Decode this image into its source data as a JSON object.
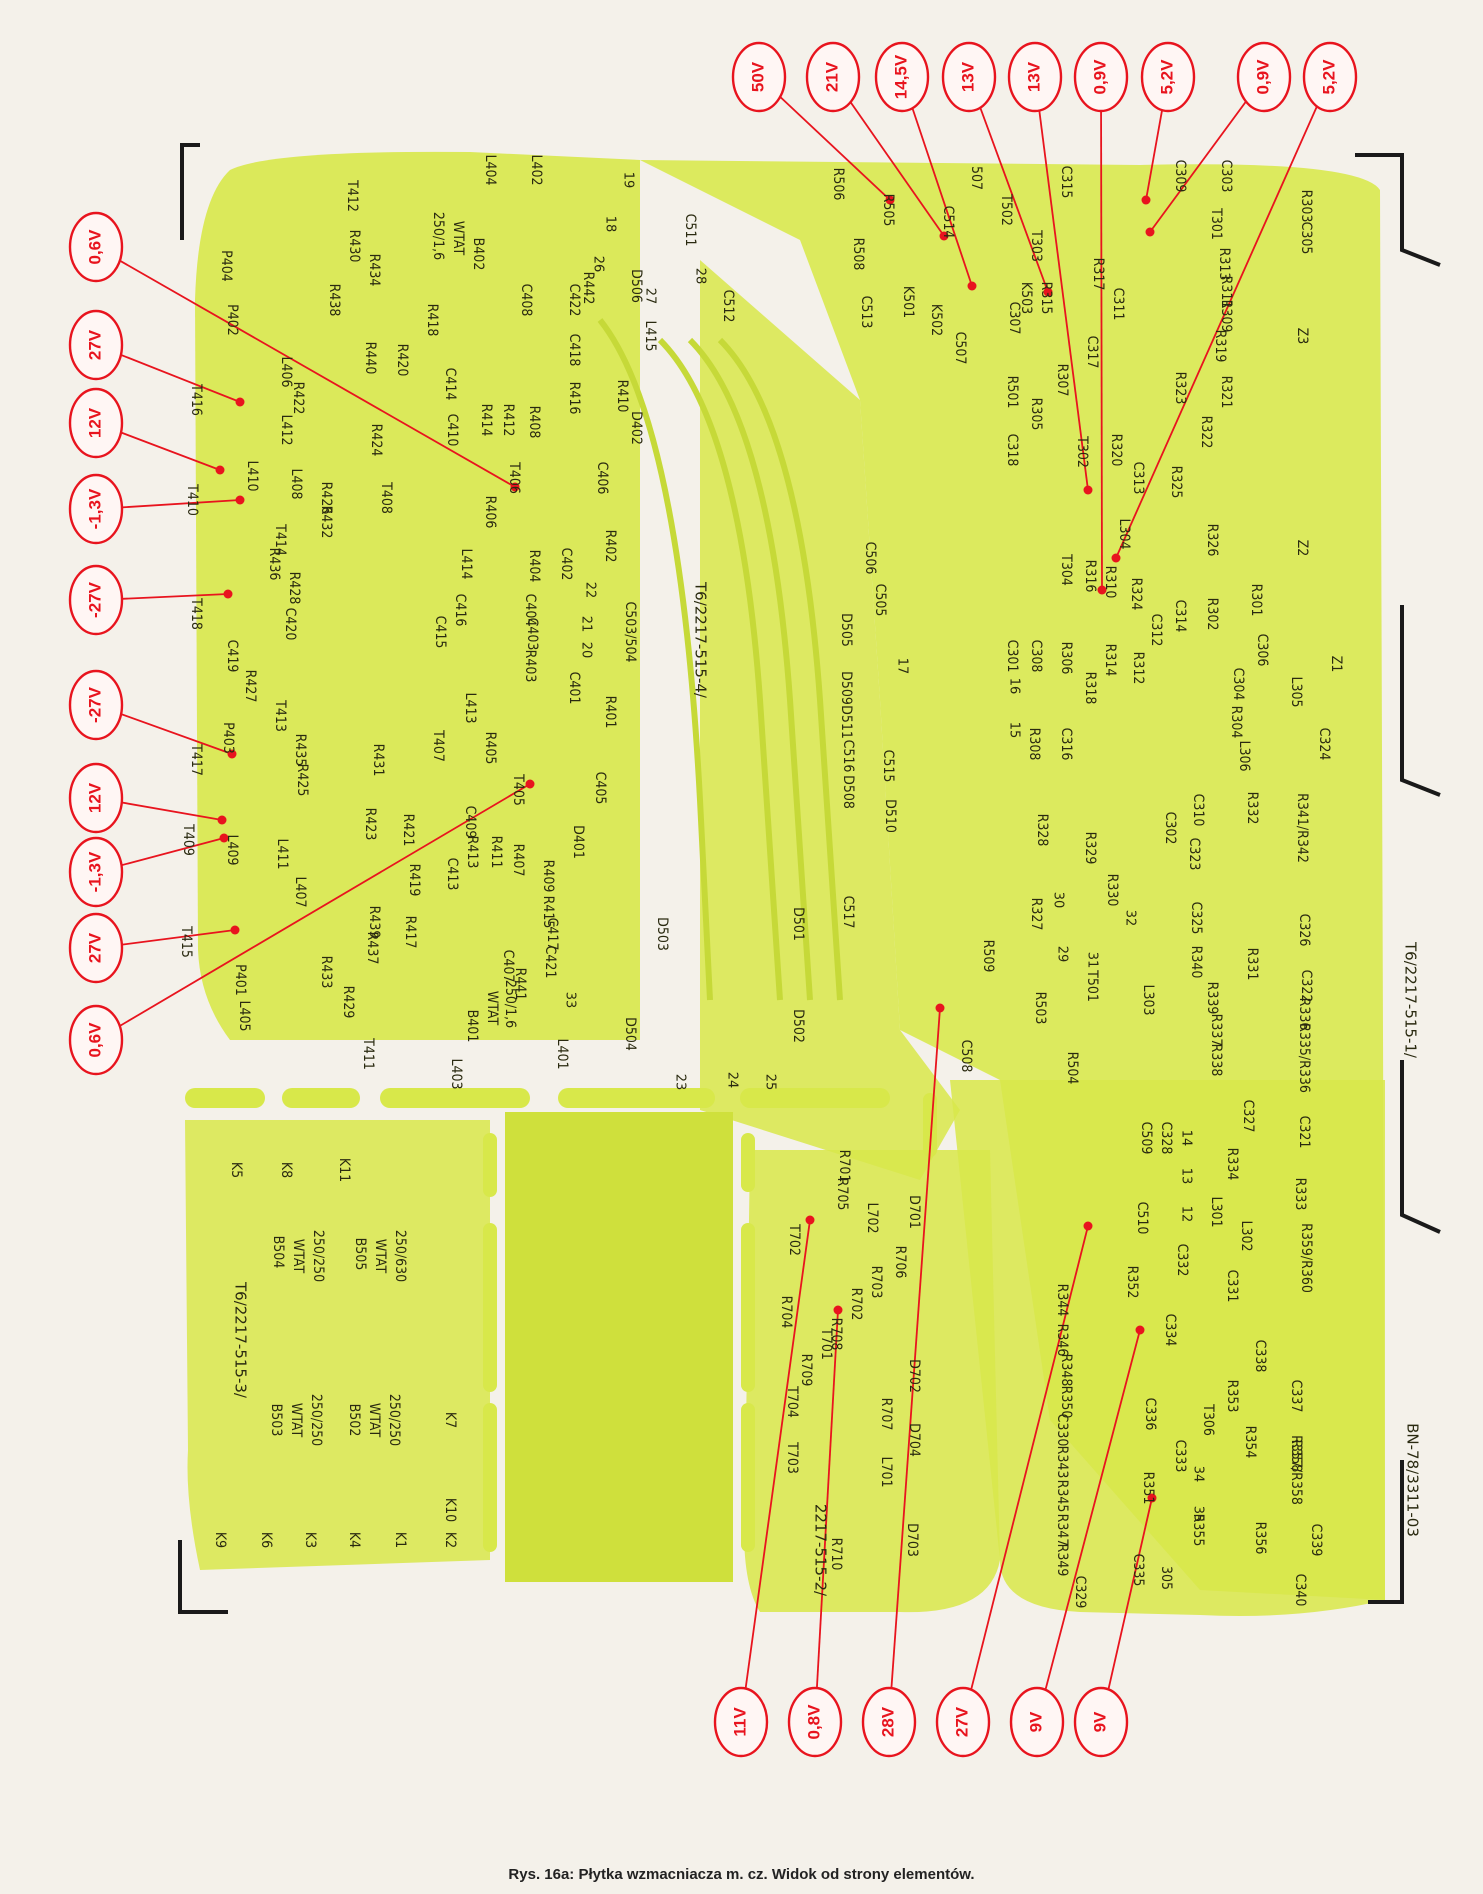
{
  "colors": {
    "paper": "#f4f1ea",
    "copper": "#d8e84a",
    "copper_dark": "#c6d938",
    "silk": "#2a2a10",
    "probe": "#e8141e",
    "frame": "#1a1a1a"
  },
  "caption": "Rys. 16a: Płytka wzmacniacza m. cz. Widok od strony elementów.",
  "board_codes": [
    {
      "id": "c1",
      "text": "T6/2217-515-1/"
    },
    {
      "id": "c2",
      "text": "BN-78/3311-03"
    },
    {
      "id": "c3",
      "text": "T6/2217-515-3/"
    },
    {
      "id": "c4",
      "text": "2217-515-2/"
    },
    {
      "id": "c5",
      "text": "T6/2217-515-4/"
    }
  ],
  "probe_points": [
    {
      "id": "p01",
      "label": "0,6V"
    },
    {
      "id": "p02",
      "label": "27V"
    },
    {
      "id": "p03",
      "label": "12V"
    },
    {
      "id": "p04",
      "label": "-1,3V"
    },
    {
      "id": "p05",
      "label": "-27V"
    },
    {
      "id": "p06",
      "label": "-27V"
    },
    {
      "id": "p07",
      "label": "12V"
    },
    {
      "id": "p08",
      "label": "-1,3V"
    },
    {
      "id": "p09",
      "label": "27V"
    },
    {
      "id": "p10",
      "label": "0,6V"
    },
    {
      "id": "p11",
      "label": "50V"
    },
    {
      "id": "p12",
      "label": "21V"
    },
    {
      "id": "p13",
      "label": "14,5V"
    },
    {
      "id": "p14",
      "label": "13V"
    },
    {
      "id": "p15",
      "label": "13V"
    },
    {
      "id": "p16",
      "label": "0,9V"
    },
    {
      "id": "p17",
      "label": "5,2V"
    },
    {
      "id": "p18",
      "label": "0,9V"
    },
    {
      "id": "p19",
      "label": "5,2V"
    },
    {
      "id": "p20",
      "label": "11V"
    },
    {
      "id": "p21",
      "label": "0,8V"
    },
    {
      "id": "p22",
      "label": "28V"
    },
    {
      "id": "p23",
      "label": "27V"
    },
    {
      "id": "p24",
      "label": "9V"
    },
    {
      "id": "p25",
      "label": "9V"
    }
  ],
  "components": [
    {
      "id": "k01",
      "text": "R506"
    },
    {
      "id": "k02",
      "text": "R505"
    },
    {
      "id": "k03",
      "text": "R508"
    },
    {
      "id": "k04",
      "text": "C514"
    },
    {
      "id": "k05",
      "text": "507"
    },
    {
      "id": "k06",
      "text": "T502"
    },
    {
      "id": "k07",
      "text": "T303"
    },
    {
      "id": "k08",
      "text": "C315"
    },
    {
      "id": "k09",
      "text": "C309"
    },
    {
      "id": "k10",
      "text": "C303"
    },
    {
      "id": "k11",
      "text": "R303"
    },
    {
      "id": "k12",
      "text": "T301"
    },
    {
      "id": "k13",
      "text": "C305"
    },
    {
      "id": "k14",
      "text": "K501"
    },
    {
      "id": "k15",
      "text": "K502"
    },
    {
      "id": "k16",
      "text": "K503"
    },
    {
      "id": "k17",
      "text": "C507"
    },
    {
      "id": "k18",
      "text": "C513"
    },
    {
      "id": "k19",
      "text": "C512"
    },
    {
      "id": "k20",
      "text": "C511"
    },
    {
      "id": "k21",
      "text": "D506"
    },
    {
      "id": "k22",
      "text": "L415"
    },
    {
      "id": "k23",
      "text": "R442"
    },
    {
      "id": "k24",
      "text": "B402"
    },
    {
      "id": "k25",
      "text": "WTAT"
    },
    {
      "id": "k26",
      "text": "250/1,6"
    },
    {
      "id": "k27",
      "text": "T412"
    },
    {
      "id": "k28",
      "text": "L404"
    },
    {
      "id": "k29",
      "text": "L402"
    },
    {
      "id": "k30",
      "text": "R430"
    },
    {
      "id": "k31",
      "text": "R434"
    },
    {
      "id": "k32",
      "text": "R438"
    },
    {
      "id": "k33",
      "text": "C408"
    },
    {
      "id": "k34",
      "text": "C422"
    },
    {
      "id": "k35",
      "text": "C418"
    },
    {
      "id": "k36",
      "text": "R416"
    },
    {
      "id": "k37",
      "text": "R410"
    },
    {
      "id": "k38",
      "text": "D402"
    },
    {
      "id": "k39",
      "text": "P404"
    },
    {
      "id": "k40",
      "text": "P402"
    },
    {
      "id": "k41",
      "text": "T416"
    },
    {
      "id": "k42",
      "text": "L410"
    },
    {
      "id": "k43",
      "text": "T410"
    },
    {
      "id": "k44",
      "text": "T414"
    },
    {
      "id": "k45",
      "text": "T418"
    },
    {
      "id": "k46",
      "text": "L406"
    },
    {
      "id": "k47",
      "text": "R440"
    },
    {
      "id": "k48",
      "text": "R420"
    },
    {
      "id": "k49",
      "text": "R418"
    },
    {
      "id": "k50",
      "text": "R422"
    },
    {
      "id": "k51",
      "text": "R424"
    },
    {
      "id": "k52",
      "text": "L412"
    },
    {
      "id": "k53",
      "text": "L408"
    },
    {
      "id": "k54",
      "text": "R426"
    },
    {
      "id": "k55",
      "text": "R432"
    },
    {
      "id": "k56",
      "text": "T408"
    },
    {
      "id": "k57",
      "text": "R436"
    },
    {
      "id": "k58",
      "text": "R428"
    },
    {
      "id": "k59",
      "text": "C414"
    },
    {
      "id": "k60",
      "text": "C410"
    },
    {
      "id": "k61",
      "text": "R414"
    },
    {
      "id": "k62",
      "text": "R412"
    },
    {
      "id": "k63",
      "text": "R408"
    },
    {
      "id": "k64",
      "text": "T406"
    },
    {
      "id": "k65",
      "text": "R406"
    },
    {
      "id": "k66",
      "text": "C406"
    },
    {
      "id": "k67",
      "text": "L414"
    },
    {
      "id": "k68",
      "text": "R404"
    },
    {
      "id": "k69",
      "text": "C402"
    },
    {
      "id": "k70",
      "text": "R402"
    },
    {
      "id": "k71",
      "text": "C420"
    },
    {
      "id": "k72",
      "text": "C416"
    },
    {
      "id": "k73",
      "text": "C415"
    },
    {
      "id": "k74",
      "text": "C404"
    },
    {
      "id": "k75",
      "text": "C403"
    },
    {
      "id": "k76",
      "text": "C419"
    },
    {
      "id": "k77",
      "text": "R427"
    },
    {
      "id": "k78",
      "text": "P403"
    },
    {
      "id": "k79",
      "text": "T413"
    },
    {
      "id": "k80",
      "text": "R403"
    },
    {
      "id": "k81",
      "text": "C401"
    },
    {
      "id": "k82",
      "text": "R401"
    },
    {
      "id": "k83",
      "text": "C503/504"
    },
    {
      "id": "k84",
      "text": "C506"
    },
    {
      "id": "k85",
      "text": "C505"
    },
    {
      "id": "k86",
      "text": "D505"
    },
    {
      "id": "k87",
      "text": "D509"
    },
    {
      "id": "k88",
      "text": "D511"
    },
    {
      "id": "k89",
      "text": "C516"
    },
    {
      "id": "k90",
      "text": "C515"
    },
    {
      "id": "k91",
      "text": "D508"
    },
    {
      "id": "k92",
      "text": "D510"
    },
    {
      "id": "k93",
      "text": "R435"
    },
    {
      "id": "k94",
      "text": "T417"
    },
    {
      "id": "k95",
      "text": "R431"
    },
    {
      "id": "k96",
      "text": "L413"
    },
    {
      "id": "k97",
      "text": "R405"
    },
    {
      "id": "k98",
      "text": "T407"
    },
    {
      "id": "k99",
      "text": "R425"
    },
    {
      "id": "k100",
      "text": "C405"
    },
    {
      "id": "k101",
      "text": "T405"
    },
    {
      "id": "k102",
      "text": "T409"
    },
    {
      "id": "k103",
      "text": "L409"
    },
    {
      "id": "k104",
      "text": "L411"
    },
    {
      "id": "k105",
      "text": "R423"
    },
    {
      "id": "k106",
      "text": "R421"
    },
    {
      "id": "k107",
      "text": "C409"
    },
    {
      "id": "k108",
      "text": "R413"
    },
    {
      "id": "k109",
      "text": "R411"
    },
    {
      "id": "k110",
      "text": "R407"
    },
    {
      "id": "k111",
      "text": "D401"
    },
    {
      "id": "k112",
      "text": "C413"
    },
    {
      "id": "k113",
      "text": "R419"
    },
    {
      "id": "k114",
      "text": "R409"
    },
    {
      "id": "k115",
      "text": "R415"
    },
    {
      "id": "k116",
      "text": "C417"
    },
    {
      "id": "k117",
      "text": "L407"
    },
    {
      "id": "k118",
      "text": "R439"
    },
    {
      "id": "k119",
      "text": "R437"
    },
    {
      "id": "k120",
      "text": "R417"
    },
    {
      "id": "k121",
      "text": "C407"
    },
    {
      "id": "k122",
      "text": "C421"
    },
    {
      "id": "k123",
      "text": "R441"
    },
    {
      "id": "k124",
      "text": "T415"
    },
    {
      "id": "k125",
      "text": "R433"
    },
    {
      "id": "k126",
      "text": "P401"
    },
    {
      "id": "k127",
      "text": "R429"
    },
    {
      "id": "k128",
      "text": "L405"
    },
    {
      "id": "k129",
      "text": "T411"
    },
    {
      "id": "k130",
      "text": "B401"
    },
    {
      "id": "k131",
      "text": "WTAT"
    },
    {
      "id": "k132",
      "text": "250/1,6"
    },
    {
      "id": "k133",
      "text": "L403"
    },
    {
      "id": "k134",
      "text": "L401"
    },
    {
      "id": "k135",
      "text": "D503"
    },
    {
      "id": "k136",
      "text": "D501"
    },
    {
      "id": "k137",
      "text": "C517"
    },
    {
      "id": "k138",
      "text": "D502"
    },
    {
      "id": "k139",
      "text": "D504"
    },
    {
      "id": "k140",
      "text": "R509"
    },
    {
      "id": "k141",
      "text": "R503"
    },
    {
      "id": "k142",
      "text": "C508"
    },
    {
      "id": "k143",
      "text": "R504"
    },
    {
      "id": "k144",
      "text": "R501"
    },
    {
      "id": "k145",
      "text": "R305"
    },
    {
      "id": "k146",
      "text": "C307"
    },
    {
      "id": "k147",
      "text": "C318"
    },
    {
      "id": "k148",
      "text": "R315"
    },
    {
      "id": "k149",
      "text": "R317"
    },
    {
      "id": "k150",
      "text": "C311"
    },
    {
      "id": "k151",
      "text": "C317"
    },
    {
      "id": "k152",
      "text": "R307"
    },
    {
      "id": "k153",
      "text": "T302"
    },
    {
      "id": "k154",
      "text": "R320"
    },
    {
      "id": "k155",
      "text": "C313"
    },
    {
      "id": "k156",
      "text": "R313"
    },
    {
      "id": "k157",
      "text": "R311"
    },
    {
      "id": "k158",
      "text": "R309"
    },
    {
      "id": "k159",
      "text": "R319"
    },
    {
      "id": "k160",
      "text": "R321"
    },
    {
      "id": "k161",
      "text": "R323"
    },
    {
      "id": "k162",
      "text": "R322"
    },
    {
      "id": "k163",
      "text": "R325"
    },
    {
      "id": "k164",
      "text": "L304"
    },
    {
      "id": "k165",
      "text": "R326"
    },
    {
      "id": "k166",
      "text": "T304"
    },
    {
      "id": "k167",
      "text": "R316"
    },
    {
      "id": "k168",
      "text": "R310"
    },
    {
      "id": "k169",
      "text": "R324"
    },
    {
      "id": "k170",
      "text": "C314"
    },
    {
      "id": "k171",
      "text": "R301"
    },
    {
      "id": "k172",
      "text": "R302"
    },
    {
      "id": "k173",
      "text": "C312"
    },
    {
      "id": "k174",
      "text": "R306"
    },
    {
      "id": "k175",
      "text": "C301"
    },
    {
      "id": "k176",
      "text": "C308"
    },
    {
      "id": "k177",
      "text": "R314"
    },
    {
      "id": "k178",
      "text": "R312"
    },
    {
      "id": "k179",
      "text": "R318"
    },
    {
      "id": "k180",
      "text": "C304"
    },
    {
      "id": "k181",
      "text": "C306"
    },
    {
      "id": "k182",
      "text": "L305"
    },
    {
      "id": "k183",
      "text": "R304"
    },
    {
      "id": "k184",
      "text": "R308"
    },
    {
      "id": "k185",
      "text": "C316"
    },
    {
      "id": "k186",
      "text": "C324"
    },
    {
      "id": "k187",
      "text": "L306"
    },
    {
      "id": "k188",
      "text": "R328"
    },
    {
      "id": "k189",
      "text": "R329"
    },
    {
      "id": "k190",
      "text": "C302"
    },
    {
      "id": "k191",
      "text": "C310"
    },
    {
      "id": "k192",
      "text": "C323"
    },
    {
      "id": "k193",
      "text": "R332"
    },
    {
      "id": "k194",
      "text": "R341/R342"
    },
    {
      "id": "k195",
      "text": "R330"
    },
    {
      "id": "k196",
      "text": "C325"
    },
    {
      "id": "k197",
      "text": "C326"
    },
    {
      "id": "k198",
      "text": "R327"
    },
    {
      "id": "k199",
      "text": "R340"
    },
    {
      "id": "k200",
      "text": "R331"
    },
    {
      "id": "k201",
      "text": "C322"
    },
    {
      "id": "k202",
      "text": "T501"
    },
    {
      "id": "k203",
      "text": "L303"
    },
    {
      "id": "k204",
      "text": "R339"
    },
    {
      "id": "k205",
      "text": "R337"
    },
    {
      "id": "k206",
      "text": "R336"
    },
    {
      "id": "k207",
      "text": "R338"
    },
    {
      "id": "k208",
      "text": "R335/R336"
    },
    {
      "id": "k209",
      "text": "C327"
    },
    {
      "id": "k210",
      "text": "C321"
    },
    {
      "id": "k211",
      "text": "C509"
    },
    {
      "id": "k212",
      "text": "C328"
    },
    {
      "id": "k213",
      "text": "R334"
    },
    {
      "id": "k214",
      "text": "R333"
    },
    {
      "id": "k215",
      "text": "C510"
    },
    {
      "id": "k216",
      "text": "L301"
    },
    {
      "id": "k217",
      "text": "L302"
    },
    {
      "id": "k218",
      "text": "R359/R360"
    },
    {
      "id": "k219",
      "text": "C332"
    },
    {
      "id": "k220",
      "text": "R352"
    },
    {
      "id": "k221",
      "text": "C331"
    },
    {
      "id": "k222",
      "text": "R344"
    },
    {
      "id": "k223",
      "text": "R346"
    },
    {
      "id": "k224",
      "text": "C334"
    },
    {
      "id": "k225",
      "text": "R348"
    },
    {
      "id": "k226",
      "text": "C338"
    },
    {
      "id": "k227",
      "text": "R350"
    },
    {
      "id": "k228",
      "text": "R353"
    },
    {
      "id": "k229",
      "text": "C337"
    },
    {
      "id": "k230",
      "text": "C330"
    },
    {
      "id": "k231",
      "text": "C336"
    },
    {
      "id": "k232",
      "text": "T306"
    },
    {
      "id": "k233",
      "text": "R354"
    },
    {
      "id": "k234",
      "text": "R343"
    },
    {
      "id": "k235",
      "text": "C333"
    },
    {
      "id": "k236",
      "text": "R358"
    },
    {
      "id": "k237",
      "text": "R357/R358"
    },
    {
      "id": "k238",
      "text": "R345"
    },
    {
      "id": "k239",
      "text": "R351"
    },
    {
      "id": "k240",
      "text": "R347"
    },
    {
      "id": "k241",
      "text": "R355"
    },
    {
      "id": "k242",
      "text": "R356"
    },
    {
      "id": "k243",
      "text": "C339"
    },
    {
      "id": "k244",
      "text": "R349"
    },
    {
      "id": "k245",
      "text": "C335"
    },
    {
      "id": "k246",
      "text": "305"
    },
    {
      "id": "k247",
      "text": "C340"
    },
    {
      "id": "k248",
      "text": "C329"
    },
    {
      "id": "k249",
      "text": "R701"
    },
    {
      "id": "k250",
      "text": "R705"
    },
    {
      "id": "k251",
      "text": "D701"
    },
    {
      "id": "k252",
      "text": "L702"
    },
    {
      "id": "k253",
      "text": "T702"
    },
    {
      "id": "k254",
      "text": "R706"
    },
    {
      "id": "k255",
      "text": "R703"
    },
    {
      "id": "k256",
      "text": "R702"
    },
    {
      "id": "k257",
      "text": "R704"
    },
    {
      "id": "k258",
      "text": "R708"
    },
    {
      "id": "k259",
      "text": "T701"
    },
    {
      "id": "k260",
      "text": "R709"
    },
    {
      "id": "k261",
      "text": "D702"
    },
    {
      "id": "k262",
      "text": "T704"
    },
    {
      "id": "k263",
      "text": "T703"
    },
    {
      "id": "k264",
      "text": "R707"
    },
    {
      "id": "k265",
      "text": "D704"
    },
    {
      "id": "k266",
      "text": "L701"
    },
    {
      "id": "k267",
      "text": "R710"
    },
    {
      "id": "k268",
      "text": "D703"
    },
    {
      "id": "k269",
      "text": "K5"
    },
    {
      "id": "k270",
      "text": "K8"
    },
    {
      "id": "k271",
      "text": "K11"
    },
    {
      "id": "k272",
      "text": "B504"
    },
    {
      "id": "k273",
      "text": "WTAT"
    },
    {
      "id": "k274",
      "text": "250/250"
    },
    {
      "id": "k275",
      "text": "B505"
    },
    {
      "id": "k276",
      "text": "WTAT"
    },
    {
      "id": "k277",
      "text": "250/630"
    },
    {
      "id": "k278",
      "text": "B503"
    },
    {
      "id": "k279",
      "text": "WTAT"
    },
    {
      "id": "k280",
      "text": "250/250"
    },
    {
      "id": "k281",
      "text": "B502"
    },
    {
      "id": "k282",
      "text": "WTAT"
    },
    {
      "id": "k283",
      "text": "250/250"
    },
    {
      "id": "k284",
      "text": "K7"
    },
    {
      "id": "k285",
      "text": "K9"
    },
    {
      "id": "k286",
      "text": "K6"
    },
    {
      "id": "k287",
      "text": "K3"
    },
    {
      "id": "k288",
      "text": "K4"
    },
    {
      "id": "k289",
      "text": "K1"
    },
    {
      "id": "k290",
      "text": "K10"
    },
    {
      "id": "k291",
      "text": "K2"
    },
    {
      "id": "k292",
      "text": "Z1"
    },
    {
      "id": "k293",
      "text": "Z2"
    },
    {
      "id": "k294",
      "text": "Z3"
    }
  ],
  "pads": [
    {
      "id": "n01",
      "text": "19"
    },
    {
      "id": "n02",
      "text": "18"
    },
    {
      "id": "n03",
      "text": "26"
    },
    {
      "id": "n04",
      "text": "27"
    },
    {
      "id": "n05",
      "text": "28"
    },
    {
      "id": "n06",
      "text": "22"
    },
    {
      "id": "n07",
      "text": "21"
    },
    {
      "id": "n08",
      "text": "20"
    },
    {
      "id": "n09",
      "text": "17"
    },
    {
      "id": "n10",
      "text": "16"
    },
    {
      "id": "n11",
      "text": "15"
    },
    {
      "id": "n12",
      "text": "33"
    },
    {
      "id": "n13",
      "text": "23"
    },
    {
      "id": "n14",
      "text": "24"
    },
    {
      "id": "n15",
      "text": "25"
    },
    {
      "id": "n16",
      "text": "30"
    },
    {
      "id": "n17",
      "text": "32"
    },
    {
      "id": "n18",
      "text": "29"
    },
    {
      "id": "n19",
      "text": "31"
    },
    {
      "id": "n20",
      "text": "14"
    },
    {
      "id": "n21",
      "text": "13"
    },
    {
      "id": "n22",
      "text": "12"
    },
    {
      "id": "n23",
      "text": "34"
    },
    {
      "id": "n24",
      "text": "35"
    }
  ]
}
